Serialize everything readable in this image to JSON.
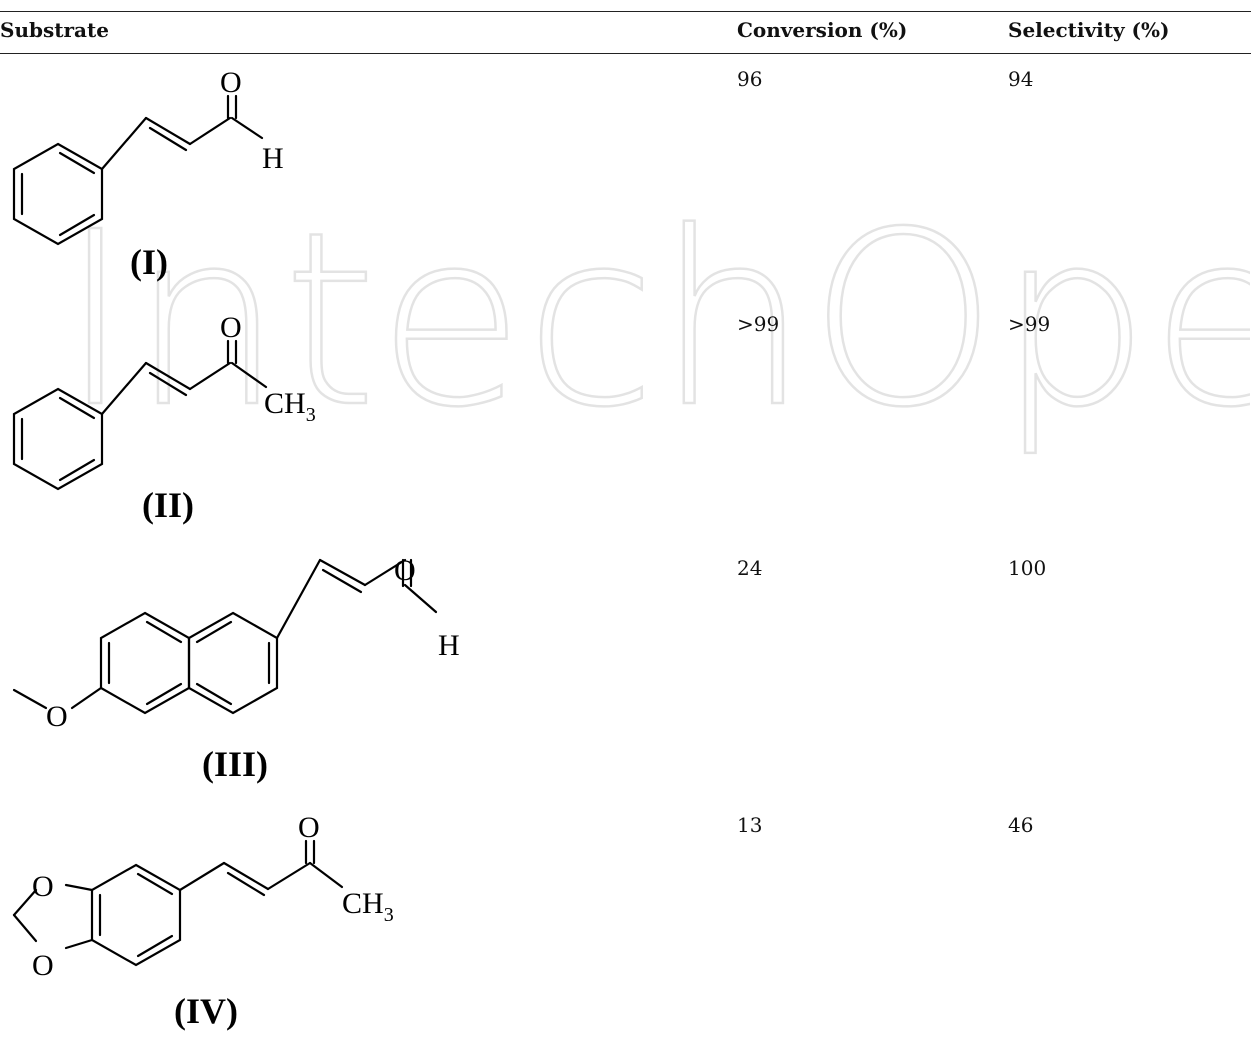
{
  "table": {
    "headers": {
      "substrate": "Substrate",
      "conversion": "Conversion (%)",
      "selectivity": "Selectivity (%)"
    },
    "rows": [
      {
        "label": "(I)",
        "conversion": "96",
        "selectivity": "94"
      },
      {
        "label": "(II)",
        "conversion": ">99",
        "selectivity": ">99"
      },
      {
        "label": "(III)",
        "conversion": "24",
        "selectivity": "100"
      },
      {
        "label": "(IV)",
        "conversion": "13",
        "selectivity": "46"
      }
    ]
  },
  "atoms": {
    "oxygen": "O",
    "hydrogen": "H",
    "methyl": "CH",
    "methyl_subscript": "3"
  },
  "watermark": {
    "text": "IntechOpen"
  }
}
